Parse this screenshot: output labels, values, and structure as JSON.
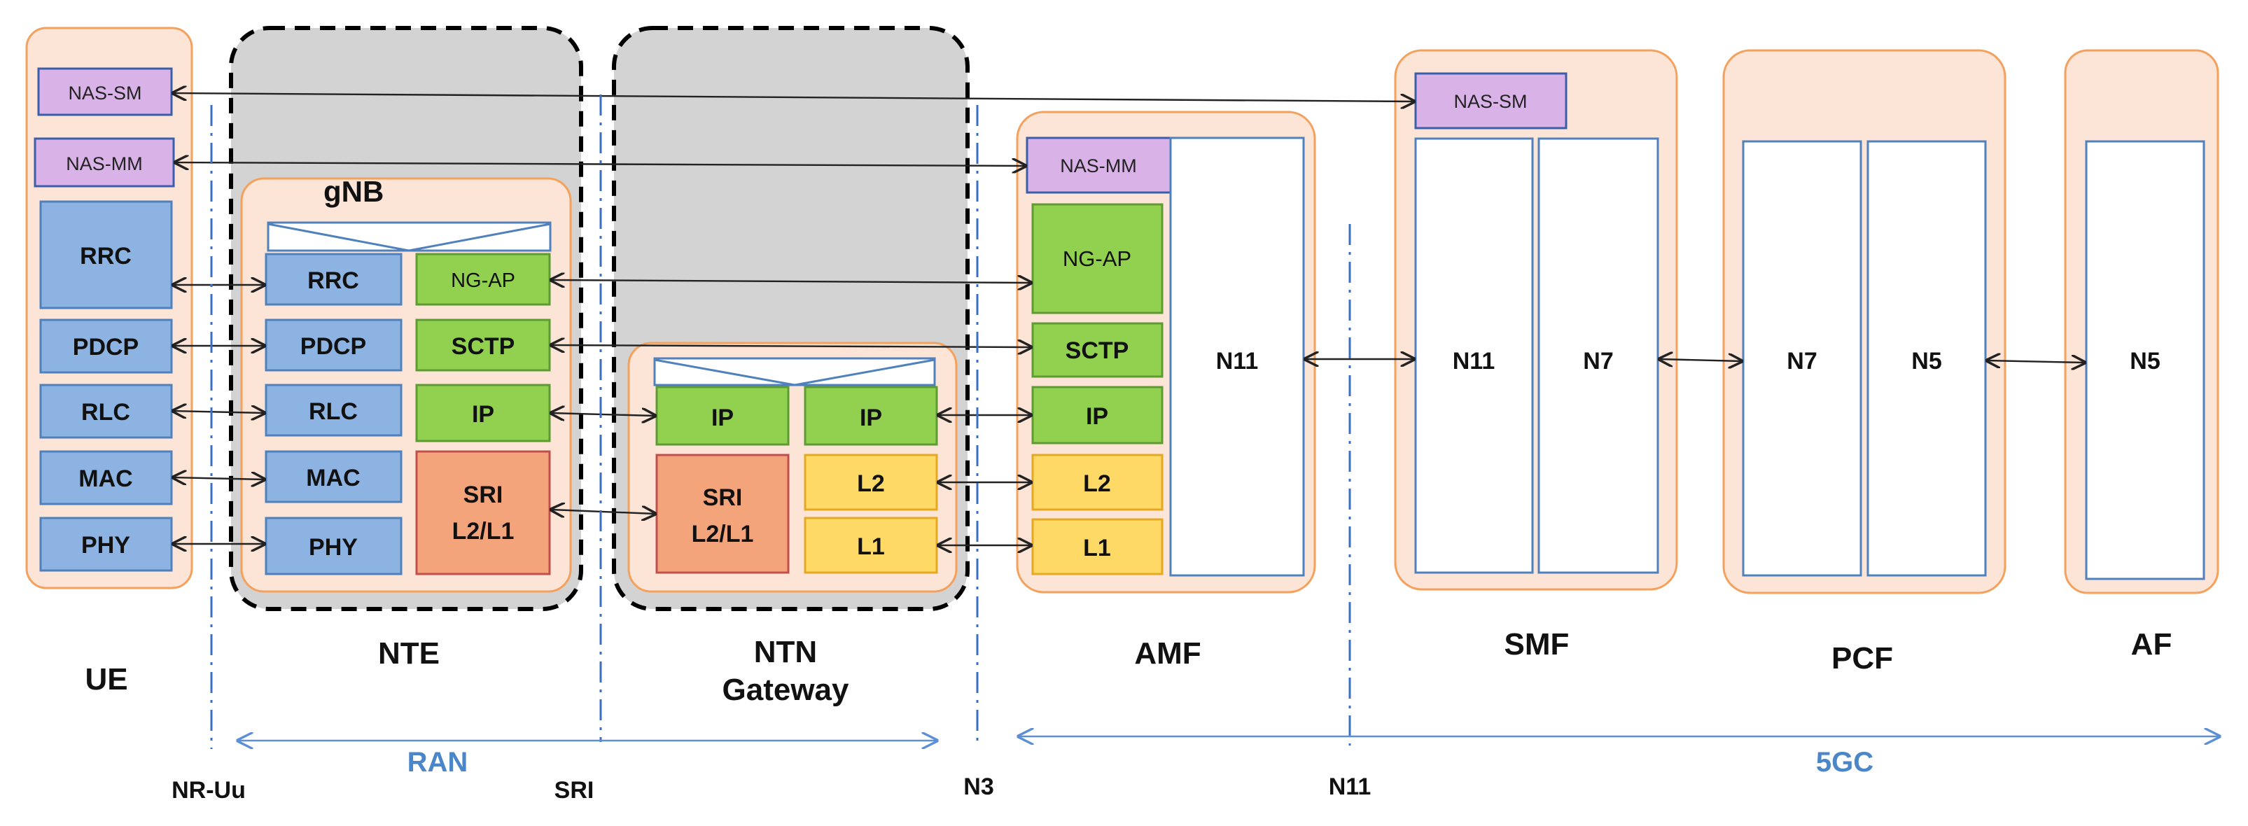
{
  "nodes": {
    "ue": "UE",
    "nte": "NTE",
    "ntn_gateway_line1": "NTN",
    "ntn_gateway_line2": "Gateway",
    "amf": "AMF",
    "smf": "SMF",
    "pcf": "PCF",
    "af": "AF",
    "gnb": "gNB"
  },
  "ue_stack": {
    "nas_sm": "NAS-SM",
    "nas_mm": "NAS-MM",
    "rrc": "RRC",
    "pdcp": "PDCP",
    "rlc": "RLC",
    "mac": "MAC",
    "phy": "PHY"
  },
  "gnb_stack": {
    "rrc": "RRC",
    "pdcp": "PDCP",
    "rlc": "RLC",
    "mac": "MAC",
    "phy": "PHY",
    "ngap": "NG-AP",
    "sctp": "SCTP",
    "ip": "IP",
    "sri_line1": "SRI",
    "sri_line2": "L2/L1"
  },
  "gateway_stack": {
    "ip_left": "IP",
    "ip_right": "IP",
    "sri_line1": "SRI",
    "sri_line2": "L2/L1",
    "l2": "L2",
    "l1": "L1"
  },
  "amf_stack": {
    "nas_mm": "NAS-MM",
    "ngap": "NG-AP",
    "sctp": "SCTP",
    "ip": "IP",
    "l2": "L2",
    "l1": "L1",
    "n11": "N11"
  },
  "smf_stack": {
    "nas_sm": "NAS-SM",
    "n11": "N11",
    "n7": "N7"
  },
  "pcf_stack": {
    "n7": "N7",
    "n5": "N5"
  },
  "af_stack": {
    "n5": "N5"
  },
  "interfaces": {
    "nr_uu": "NR-Uu",
    "sri": "SRI",
    "n3": "N3",
    "n11": "N11"
  },
  "spans": {
    "ran": "RAN",
    "core": "5GC"
  },
  "colors": {
    "container_fill": "#fce4d6",
    "container_stroke": "#f4a15d",
    "blue_fill": "#8db3e2",
    "blue_stroke": "#4f81bd",
    "green_fill": "#92d050",
    "green_stroke": "#5e9b33",
    "orange_fill": "#f4a47a",
    "orange_stroke": "#c0504d",
    "yellow_fill": "#ffd966",
    "yellow_stroke": "#e5a823",
    "lilac_fill": "#d9b3e8",
    "lilac_stroke": "#3b5ea8",
    "grey_fill": "#d3d3d3",
    "dash_line": "#3a6fc4",
    "span_text": "#4a86c8"
  }
}
